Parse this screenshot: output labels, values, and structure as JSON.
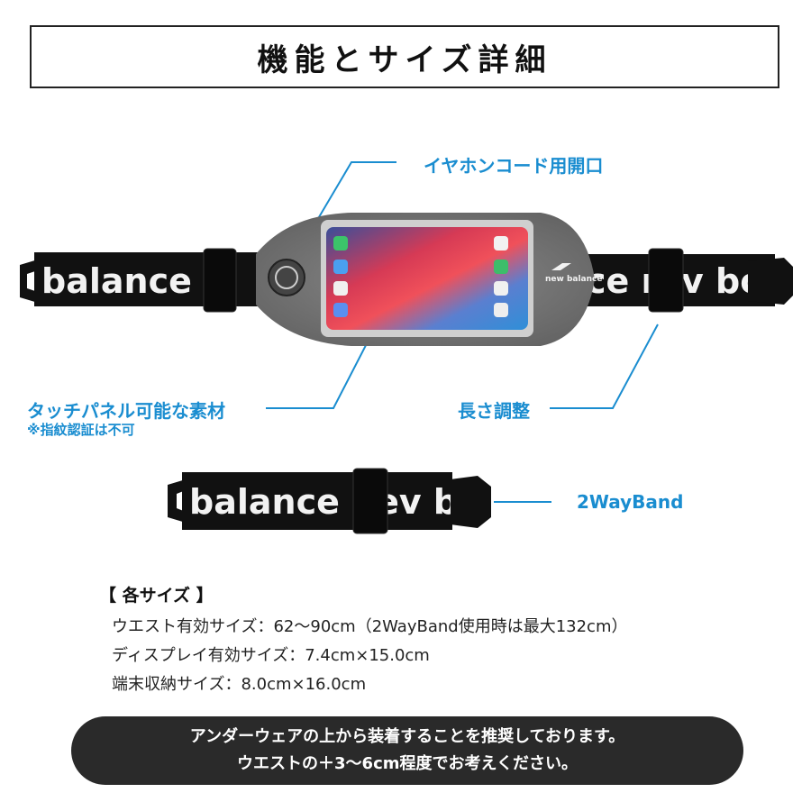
{
  "title": "機能とサイズ詳細",
  "callouts": {
    "earphone": "イヤホンコード用開口",
    "touch_panel": "タッチパネル可能な素材",
    "touch_panel_note": "※指紋認証は不可",
    "length": "長さ調整",
    "two_way_band": "2WayBand"
  },
  "product": {
    "strap_text_left": "balance",
    "strap_text_right": "nev",
    "strap_text_right2": "ce rev bc",
    "pouch_logo": "new balance",
    "band_text": "balance nev bc"
  },
  "specs": {
    "heading": "【 各サイズ 】",
    "lines": [
      "ウエスト有効サイズ：62〜90cm（2WayBand使用時は最大132cm）",
      "ディスプレイ有効サイズ：7.4cm×15.0cm",
      "端末収納サイズ：8.0cm×16.0cm"
    ]
  },
  "notice": {
    "line1": "アンダーウェアの上から装着することを推奨しております。",
    "line2": "ウエストの＋3〜6cm程度でお考えください。"
  },
  "colors": {
    "accent": "#1a8dd0",
    "notice_bg": "#2a2a2a",
    "strap": "#111111",
    "pouch": "#7d7d7d"
  }
}
